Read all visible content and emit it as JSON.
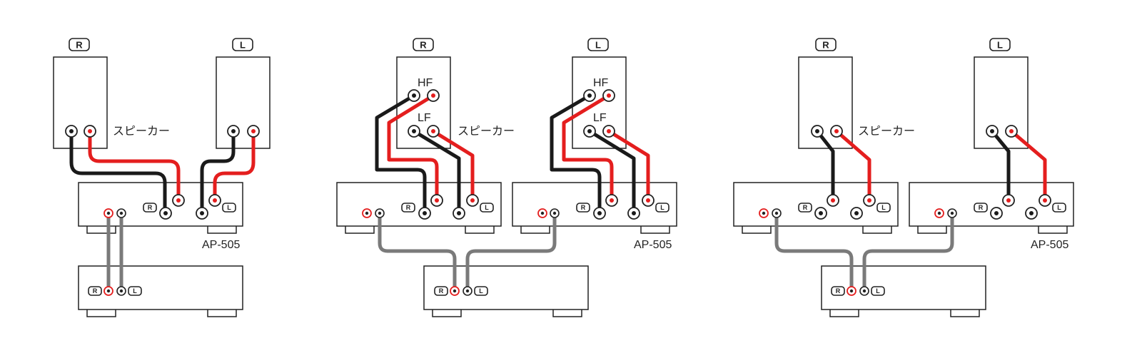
{
  "labels": {
    "right": "R",
    "left": "L",
    "hf": "HF",
    "lf": "LF",
    "speaker": "スピーカー",
    "model": "AP-505"
  },
  "colors": {
    "positive": "#e41e1e",
    "negative": "#1a1a1a",
    "signal": "#7a7a7a",
    "outline": "#222222"
  },
  "diagrams": [
    {
      "name": "diagram-single-amp-stereo",
      "speakers": 2,
      "amplifiers": 1,
      "bi_wired": false
    },
    {
      "name": "diagram-bi-wiring",
      "speakers": 2,
      "amplifiers": 2,
      "bi_wired": true
    },
    {
      "name": "diagram-bridged-mono",
      "speakers": 2,
      "amplifiers": 2,
      "bi_wired": false
    }
  ]
}
